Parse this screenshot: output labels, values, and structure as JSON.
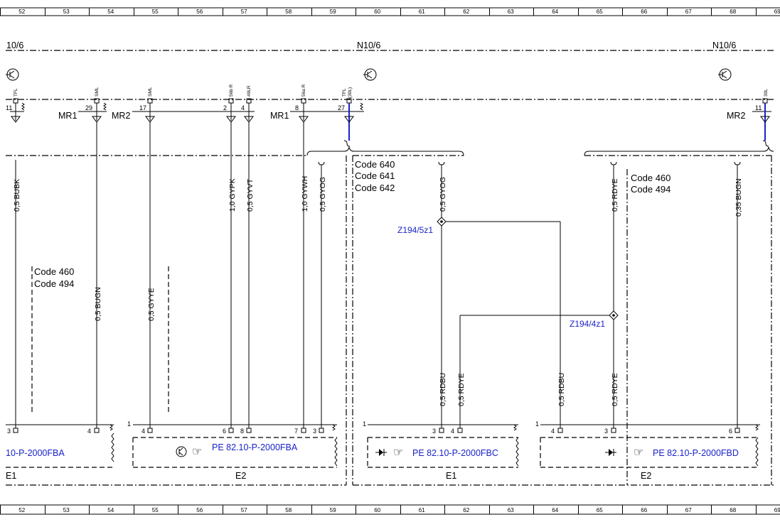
{
  "ruler": {
    "labels": [
      "52",
      "53",
      "54",
      "55",
      "56",
      "57",
      "58",
      "59",
      "60",
      "61",
      "62",
      "63",
      "64",
      "65",
      "66",
      "67",
      "68",
      "69"
    ]
  },
  "header": {
    "left_ref": "10/6",
    "center_ref": "N10/6",
    "right_ref": "N10/6"
  },
  "connectors": {
    "mr1_a": "MR1",
    "mr2_a": "MR2",
    "mr1_b": "MR1",
    "mr2_b": "MR2"
  },
  "top_pins": [
    {
      "num": "11",
      "sig": "TFL"
    },
    {
      "num": "29",
      "sig": "SML"
    },
    {
      "num": "17",
      "sig": "SML"
    },
    {
      "num": "2",
      "sig": "56b R"
    },
    {
      "num": "4",
      "sig": "49LR"
    },
    {
      "num": "8",
      "sig": "56a R"
    },
    {
      "num": "27",
      "sig": "TFL"
    },
    {
      "num": "11",
      "sig": "30L"
    }
  ],
  "extra_sig": {
    "s30l_paren": "(30L)"
  },
  "wires": {
    "w1": "0,5 BUBK",
    "w2": "0,5 BUGN",
    "w3": "0,5 GYYE",
    "w4": "1,0 GYPK",
    "w5": "0,5 GYVT",
    "w6": "1,0 GYWH",
    "w7": "0,5 GYOG",
    "w8": "0,5 GYOG",
    "w9": "0,5 RDYE",
    "w10": "0,35 BUGN",
    "w11": "0,5 RDBU",
    "w12": "0,5 RDYE",
    "w13": "0,5 RDBU",
    "w14": "0,5 RDYE"
  },
  "codes": {
    "left_block": [
      "Code 460",
      "Code 494"
    ],
    "center_block": [
      "Code 640",
      "Code 641",
      "Code 642"
    ],
    "right_block": [
      "Code 460",
      "Code 494"
    ]
  },
  "splices": {
    "z1": "Z194/5z1",
    "z2": "Z194/4z1"
  },
  "bottom_pins": {
    "b1": "3",
    "b2": "4",
    "b3": "1",
    "b4": "4",
    "b5": "6",
    "b6": "8",
    "b7": "7",
    "b8": "3",
    "b9": "1",
    "b10": "3",
    "b11": "4",
    "b12": "1",
    "b13": "4",
    "b14": "3",
    "b15": "6"
  },
  "components": {
    "ref_left": "10-P-2000FBA",
    "ref_e2": "PE 82.10-P-2000FBA",
    "ref_e1": "PE 82.10-P-2000FBC",
    "ref_e2b": "PE 82.10-P-2000FBD",
    "label_e1_left": "E1",
    "label_e2": "E2",
    "label_e1": "E1",
    "label_e2b": "E2"
  }
}
